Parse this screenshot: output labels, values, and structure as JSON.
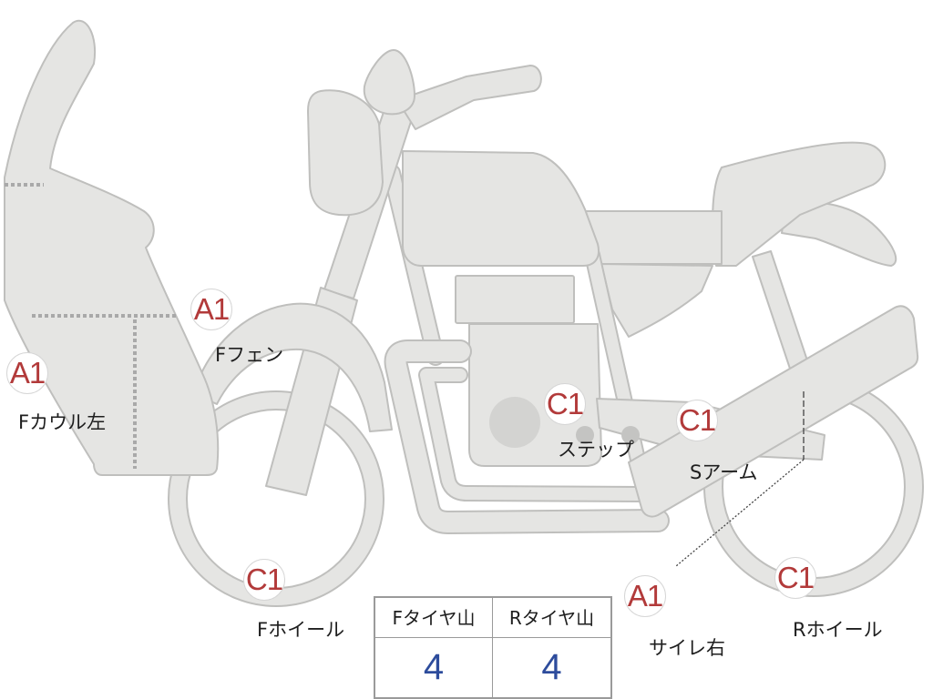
{
  "markers": {
    "f_fender": {
      "code": "A1",
      "label": "Fフェン"
    },
    "f_cowl_left": {
      "code": "A1",
      "label": "Fカウル左"
    },
    "step": {
      "code": "C1",
      "label": "ステップ"
    },
    "swing_arm": {
      "code": "C1",
      "label": "Sアーム"
    },
    "f_wheel": {
      "code": "C1",
      "label": "Fホイール"
    },
    "silencer_right": {
      "code": "A1",
      "label": "サイレ右"
    },
    "r_wheel": {
      "code": "C1",
      "label": "Rホイール"
    }
  },
  "tire_table": {
    "front_header": "Fタイヤ山",
    "rear_header": "Rタイヤ山",
    "front_value": "4",
    "rear_value": "4"
  },
  "colors": {
    "body_fill": "#e5e5e3",
    "body_outline": "#bfbfbd",
    "marker_code": "#b23a3a",
    "value_text": "#2d4c9c"
  }
}
